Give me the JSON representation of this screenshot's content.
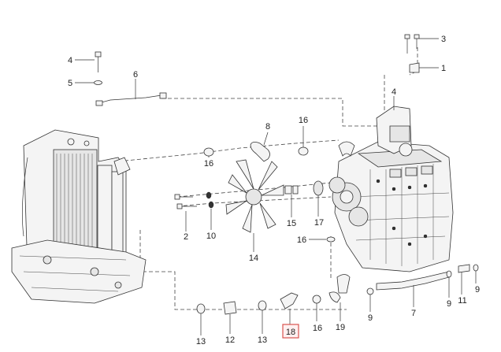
{
  "callouts": [
    {
      "id": "c1",
      "text": "1"
    },
    {
      "id": "c2",
      "text": "2"
    },
    {
      "id": "c3",
      "text": "3"
    },
    {
      "id": "c4a",
      "text": "4"
    },
    {
      "id": "c4b",
      "text": "4"
    },
    {
      "id": "c5",
      "text": "5"
    },
    {
      "id": "c6",
      "text": "6"
    },
    {
      "id": "c7",
      "text": "7"
    },
    {
      "id": "c8",
      "text": "8"
    },
    {
      "id": "c9a",
      "text": "9"
    },
    {
      "id": "c9b",
      "text": "9"
    },
    {
      "id": "c9c",
      "text": "9"
    },
    {
      "id": "c10",
      "text": "10"
    },
    {
      "id": "c11",
      "text": "11"
    },
    {
      "id": "c12",
      "text": "12"
    },
    {
      "id": "c13a",
      "text": "13"
    },
    {
      "id": "c13b",
      "text": "13"
    },
    {
      "id": "c14",
      "text": "14"
    },
    {
      "id": "c15",
      "text": "15"
    },
    {
      "id": "c16a",
      "text": "16"
    },
    {
      "id": "c16b",
      "text": "16"
    },
    {
      "id": "c16c",
      "text": "16"
    },
    {
      "id": "c16d",
      "text": "16"
    },
    {
      "id": "c17",
      "text": "17"
    },
    {
      "id": "c18",
      "text": "18"
    },
    {
      "id": "c19",
      "text": "19"
    }
  ],
  "highlight_color": "#d9534f"
}
